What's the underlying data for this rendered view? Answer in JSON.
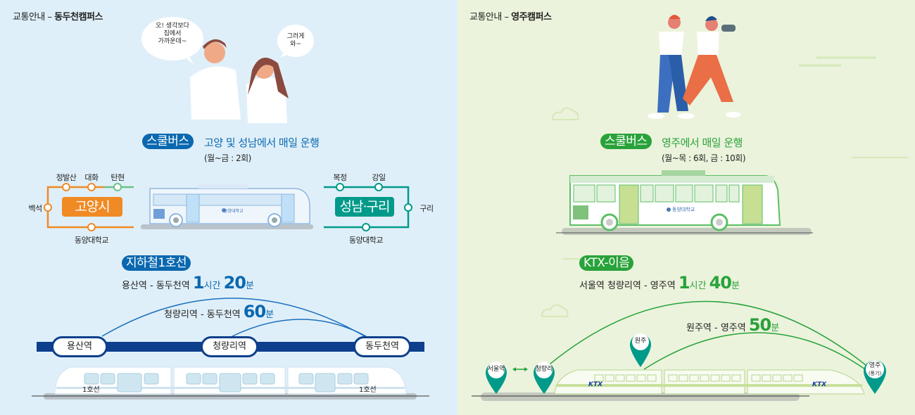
{
  "left": {
    "title_prefix": "교통안내 – ",
    "title_campus": "동두천캠퍼스",
    "bubble1": [
      "오! 생각보다",
      "집에서",
      "가까운데~"
    ],
    "bubble2": [
      "그러게",
      "와~"
    ],
    "bus": {
      "badge": "스쿨버스",
      "headline": "고양 및 성남에서 매일 운행",
      "schedule": "(월~금 : 2회)",
      "route_a": {
        "city": "고양시",
        "stops": [
          "정발산",
          "대화",
          "탄현"
        ],
        "left_stop": "백석",
        "bottom_stop": "동양대학교"
      },
      "route_b": {
        "city": "성남·구리",
        "stops": [
          "복정",
          "강일"
        ],
        "right_stop": "구리",
        "bottom_stop": "동양대학교"
      },
      "bus_logo": "동양대학교"
    },
    "subway": {
      "badge": "지하철1호선",
      "route1": "용산역 - 동두천역",
      "route1_hours": "1",
      "route1_hours_unit": "시간",
      "route1_minutes": "20",
      "route1_minutes_unit": "분",
      "route2": "청량리역 - 동두천역",
      "route2_minutes": "60",
      "route2_minutes_unit": "분",
      "stations": [
        "용산역",
        "청량리역",
        "동두천역"
      ],
      "train_label": "1호선"
    },
    "colors": {
      "accent": "#0a68b0",
      "track": "#0d3f8c",
      "orange": "#f08a24",
      "teal": "#009a8a"
    }
  },
  "right": {
    "title_prefix": "교통안내 – ",
    "title_campus": "영주캠퍼스",
    "bus": {
      "badge": "스쿨버스",
      "headline": "영주에서 매일 운행",
      "schedule": "(월~목 : 6회, 금 : 10회)",
      "bus_logo": "동양대학교"
    },
    "ktx": {
      "badge": "KTX-이음",
      "route1": "서울역 청량리역 - 영주역",
      "route1_hours": "1",
      "route1_hours_unit": "시간",
      "route1_minutes": "40",
      "route1_minutes_unit": "분",
      "route2": "원주역 - 영주역",
      "route2_minutes": "50",
      "route2_minutes_unit": "분",
      "pins": [
        "서울역",
        "청량리",
        "원주",
        "영주",
        "(풍기)"
      ],
      "train_logo": "KTX"
    },
    "colors": {
      "accent": "#29a23a",
      "pin": "#009a8a"
    }
  }
}
